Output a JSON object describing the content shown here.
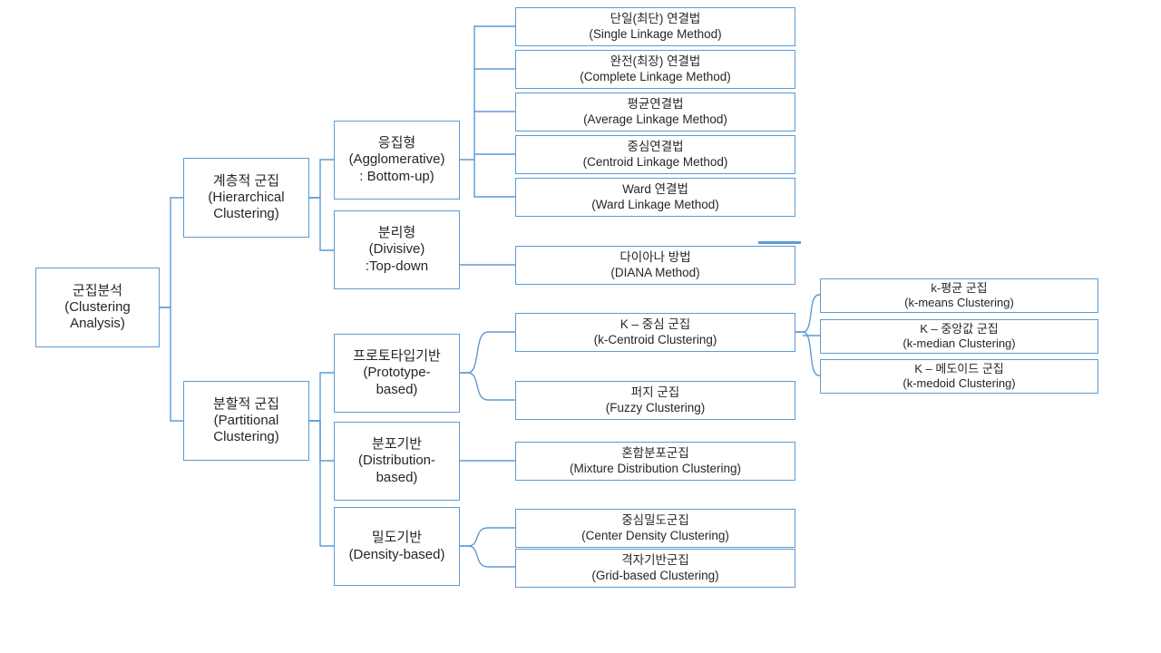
{
  "diagram": {
    "title": "Clustering Analysis Taxonomy",
    "accent_color": "#5b9bd5",
    "text_color": "#262626",
    "background": "#ffffff",
    "root": {
      "ko": "군집분석",
      "en1": "(Clustering",
      "en2": "Analysis)"
    },
    "level2": [
      {
        "ko": "계층적 군집",
        "en1": "(Hierarchical",
        "en2": "Clustering)"
      },
      {
        "ko": "분할적 군집",
        "en1": "(Partitional",
        "en2": "Clustering)"
      }
    ],
    "level3": [
      {
        "ko": "응집형",
        "en1": "(Agglomerative)",
        "en2": ": Bottom-up)"
      },
      {
        "ko": "분리형",
        "en1": "(Divisive)",
        "en2": ":Top-down"
      },
      {
        "ko": "프로토타입기반",
        "en1": "(Prototype-",
        "en2": "based)"
      },
      {
        "ko": "분포기반",
        "en1": "(Distribution-",
        "en2": "based)"
      },
      {
        "ko": "밀도기반",
        "en1": "(Density-based)",
        "en2": ""
      }
    ],
    "linkage_methods": [
      {
        "ko": "단일(최단) 연결법",
        "en": "(Single Linkage Method)"
      },
      {
        "ko": "완전(최장) 연결법",
        "en": "(Complete  Linkage Method)"
      },
      {
        "ko": "평균연결법",
        "en": "(Average Linkage Method)"
      },
      {
        "ko": "중심연결법",
        "en": "(Centroid  Linkage Method)"
      },
      {
        "ko": "Ward 연결법",
        "en": "(Ward Linkage Method)"
      }
    ],
    "divisive_methods": [
      {
        "ko": "다이아나 방법",
        "en": "(DIANA Method)"
      }
    ],
    "prototype_methods": [
      {
        "ko": "K – 중심 군집",
        "en": "(k-Centroid  Clustering)"
      },
      {
        "ko": "퍼지 군집",
        "en": "(Fuzzy  Clustering)"
      }
    ],
    "k_centroid_variants": [
      {
        "ko": "k-평균 군집",
        "en": "(k-means Clustering)"
      },
      {
        "ko": "K – 중앙값 군집",
        "en": "(k-median  Clustering)"
      },
      {
        "ko": "K – 메도이드 군집",
        "en": "(k-medoid  Clustering)"
      }
    ],
    "distribution_methods": [
      {
        "ko": "혼합분포군집",
        "en": "(Mixture Distribution  Clustering)"
      }
    ],
    "density_methods": [
      {
        "ko": "중심밀도군집",
        "en": "(Center Density  Clustering)"
      },
      {
        "ko": "격자기반군집",
        "en": "(Grid-based Clustering)"
      }
    ]
  }
}
